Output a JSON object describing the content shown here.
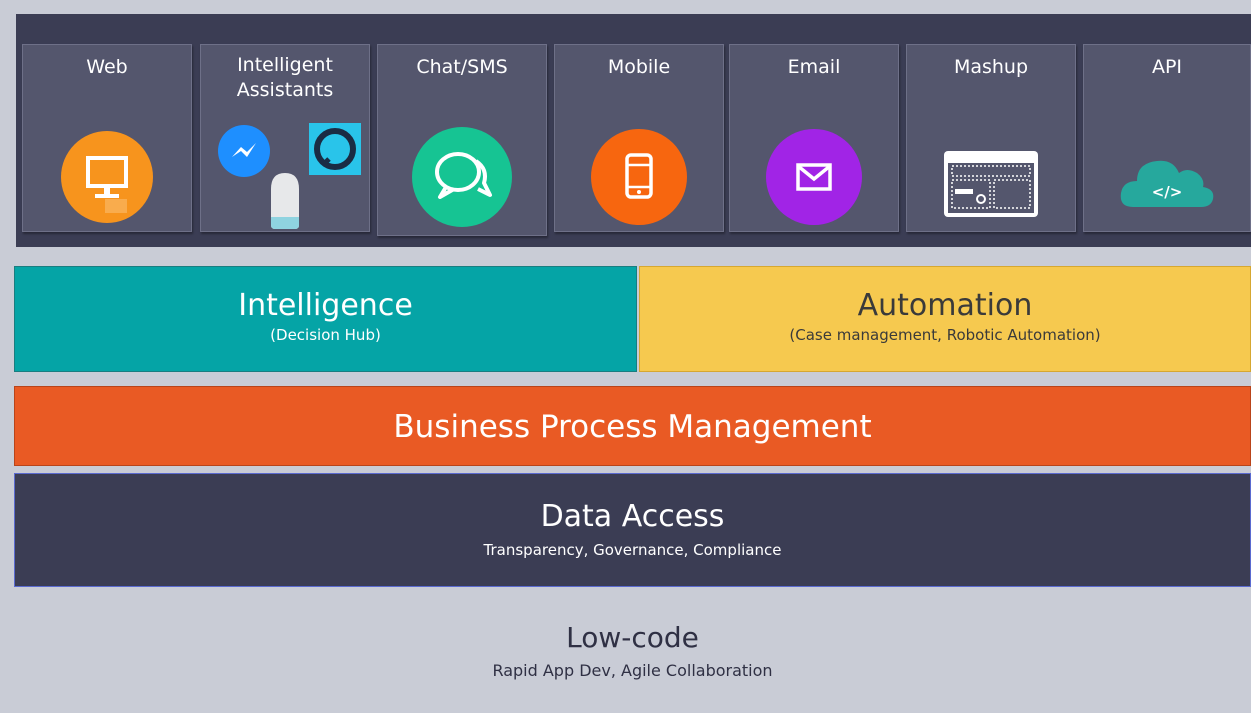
{
  "channels": [
    {
      "label": "Web",
      "icon": "monitor-icon",
      "color": "#f7941d"
    },
    {
      "label": "Intelligent Assistants",
      "icon": "assistants-icon",
      "color": "#1e8fff"
    },
    {
      "label": "Chat/SMS",
      "icon": "chat-bubbles-icon",
      "color": "#16c493"
    },
    {
      "label": "Mobile",
      "icon": "phone-icon",
      "color": "#f7660f"
    },
    {
      "label": "Email",
      "icon": "envelope-icon",
      "color": "#a124e6"
    },
    {
      "label": "Mashup",
      "icon": "browser-window-icon",
      "color": "#ffffff"
    },
    {
      "label": "API",
      "icon": "cloud-code-icon",
      "color": "#26a89d"
    }
  ],
  "layers": {
    "intelligence": {
      "title": "Intelligence",
      "subtitle": "(Decision Hub)",
      "color": "#05a4a6"
    },
    "automation": {
      "title": "Automation",
      "subtitle": "(Case management, Robotic Automation)",
      "color": "#f6c94f"
    },
    "bpm": {
      "title": "Business Process Management",
      "color": "#e95a24"
    },
    "data_access": {
      "title": "Data Access",
      "subtitle": "Transparency, Governance, Compliance",
      "color": "#3b3d54"
    },
    "low_code": {
      "title": "Low-code",
      "subtitle": "Rapid App Dev, Agile Collaboration",
      "color": "#c9ccd6"
    }
  },
  "api_icon_text": "</>"
}
